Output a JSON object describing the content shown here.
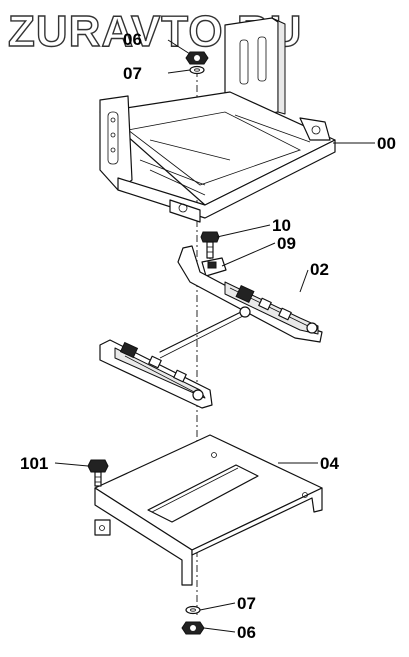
{
  "watermark": "ZURAVTO.RU",
  "callouts": {
    "c06_top": "06",
    "c07_top": "07",
    "c00": "00",
    "c10": "10",
    "c09": "09",
    "c02": "02",
    "c101": "101",
    "c04": "04",
    "c07_bottom": "07",
    "c06_bottom": "06"
  }
}
